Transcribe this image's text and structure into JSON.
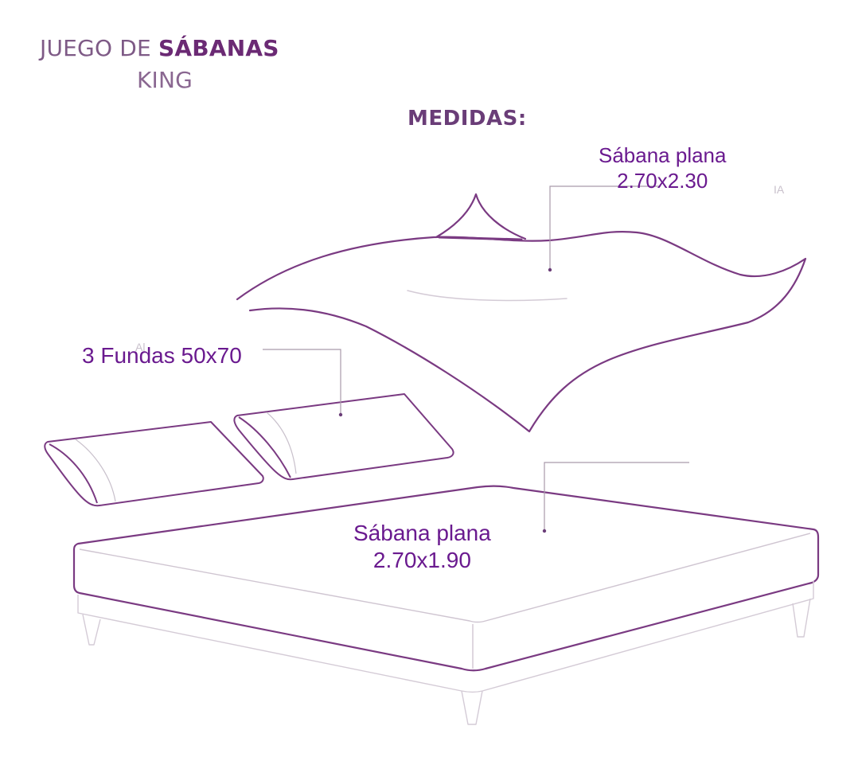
{
  "header": {
    "title_prefix": "JUEGO DE ",
    "title_emphasis": "SÁBANAS",
    "subtitle": "KING"
  },
  "section_heading": "MEDIDAS:",
  "labels": {
    "top_sheet": {
      "name": "Sábana plana",
      "dims": "2.70x2.30"
    },
    "pillowcases": {
      "text": "3 Fundas 50x70"
    },
    "bottom_sheet": {
      "name": "Sábana plana",
      "dims": "2.70x1.90"
    }
  },
  "ghost_text": {
    "right_fragment": "IA",
    "pillow_fragment": "Al"
  },
  "colors": {
    "label_purple": "#6a1a8f",
    "outline_purple": "#7a3a82",
    "leader_gray": "#a99aab",
    "light_line": "#d4cbd6"
  }
}
